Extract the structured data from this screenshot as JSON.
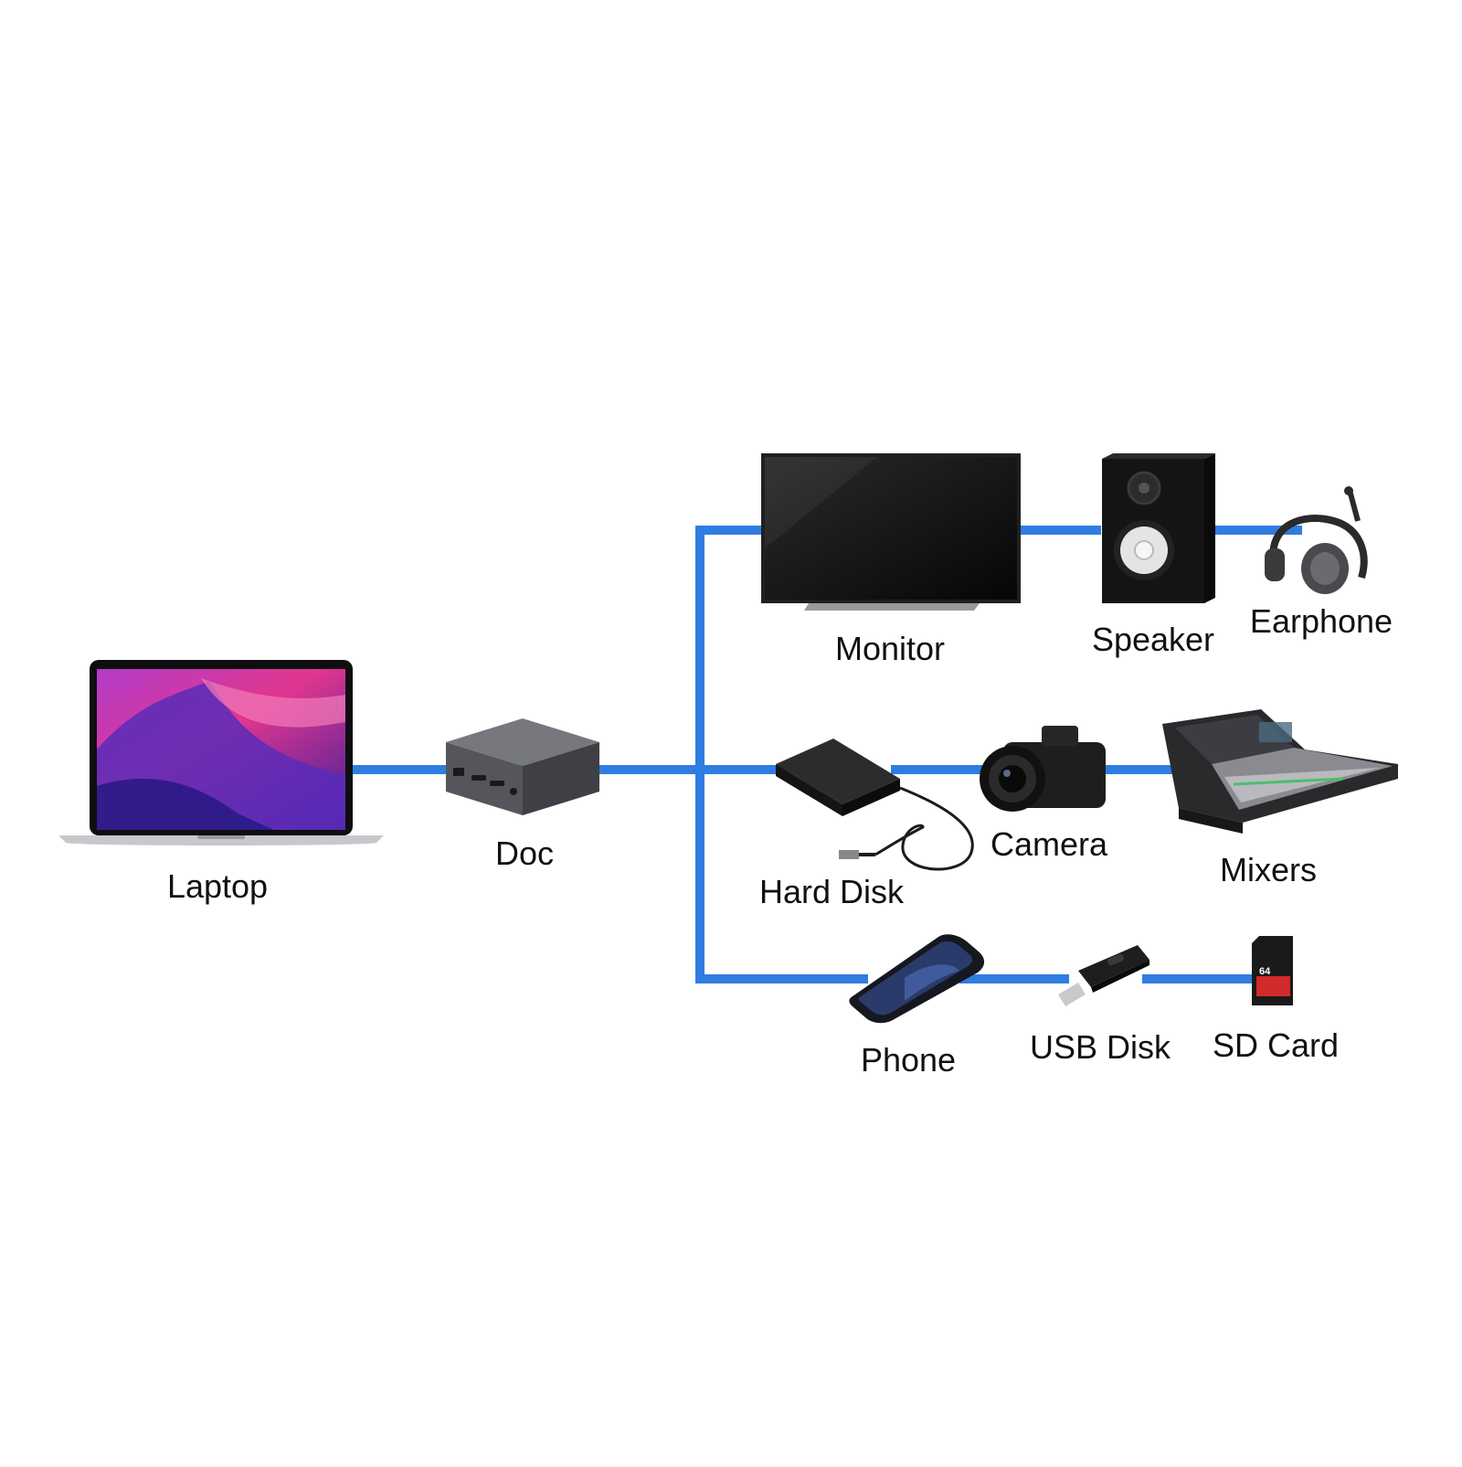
{
  "colors": {
    "cable": "#2f7de1",
    "device_dark": "#1c1c1c",
    "device_grey": "#5f6066",
    "label": "#111111"
  },
  "nodes": [
    {
      "id": "laptop",
      "label": "Laptop",
      "icon": "laptop-icon"
    },
    {
      "id": "doc",
      "label": "Doc",
      "icon": "dock-hub-icon"
    },
    {
      "id": "monitor",
      "label": "Monitor",
      "icon": "monitor-icon"
    },
    {
      "id": "speaker",
      "label": "Speaker",
      "icon": "speaker-icon"
    },
    {
      "id": "earphone",
      "label": "Earphone",
      "icon": "headphones-icon"
    },
    {
      "id": "harddisk",
      "label": "Hard Disk",
      "icon": "hard-disk-icon"
    },
    {
      "id": "camera",
      "label": "Camera",
      "icon": "camera-icon"
    },
    {
      "id": "mixers",
      "label": "Mixers",
      "icon": "mixer-console-icon"
    },
    {
      "id": "phone",
      "label": "Phone",
      "icon": "phone-icon"
    },
    {
      "id": "usbdisk",
      "label": "USB Disk",
      "icon": "usb-stick-icon"
    },
    {
      "id": "sdcard",
      "label": "SD Card",
      "icon": "sd-card-icon",
      "badge": "64"
    }
  ],
  "edges": [
    [
      "laptop",
      "doc"
    ],
    [
      "doc",
      "monitor"
    ],
    [
      "monitor",
      "speaker"
    ],
    [
      "speaker",
      "earphone"
    ],
    [
      "doc",
      "harddisk"
    ],
    [
      "harddisk",
      "camera"
    ],
    [
      "camera",
      "mixers"
    ],
    [
      "doc",
      "phone"
    ],
    [
      "phone",
      "usbdisk"
    ],
    [
      "usbdisk",
      "sdcard"
    ]
  ]
}
